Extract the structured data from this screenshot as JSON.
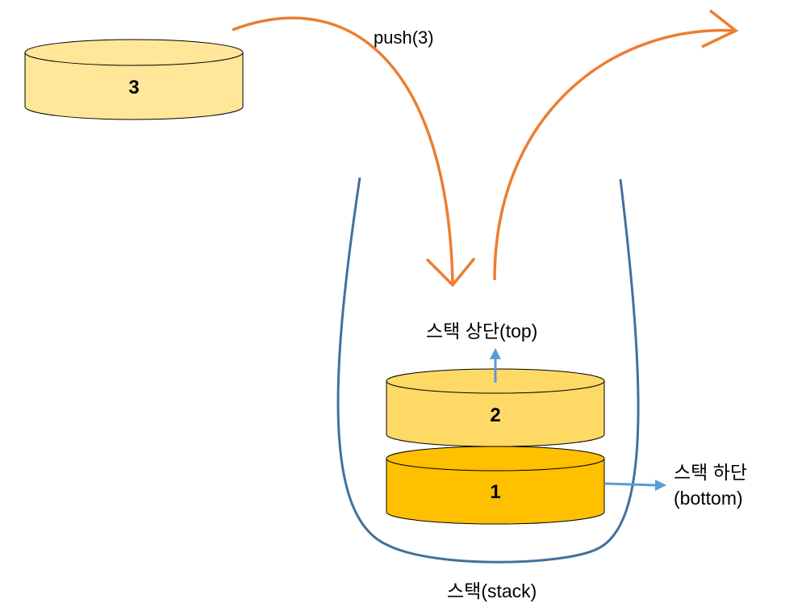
{
  "colors": {
    "disk_light": "#ffe699",
    "disk_mid": "#ffd966",
    "disk_dark": "#ffc000",
    "arrow_orange": "#ed7d31",
    "container_blue": "#41719c",
    "pointer_blue": "#5b9bd5"
  },
  "diagram": {
    "push_label": "push(3)",
    "incoming_item": "3",
    "stack_items": [
      "2",
      "1"
    ],
    "top_label": "스택 상단(top)",
    "bottom_label_line1": "스택 하단",
    "bottom_label_line2": "(bottom)",
    "container_label": "스택(stack)"
  }
}
